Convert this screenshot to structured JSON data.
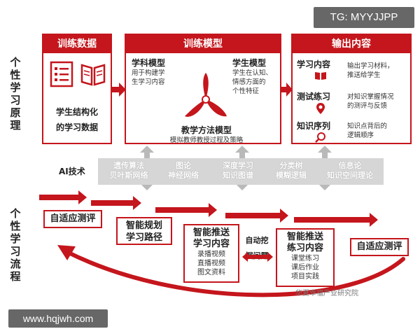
{
  "watermarks": {
    "top": "TG: MYYJJPP",
    "bottom": "www.hqjwh.com"
  },
  "side_labels": {
    "principle": [
      "个",
      "性",
      "学",
      "习",
      "原",
      "理"
    ],
    "process": [
      "个",
      "性",
      "学",
      "习",
      "流",
      "程"
    ]
  },
  "panels": {
    "training_data": {
      "title": "训练数据",
      "caption_line1": "学生结构化",
      "caption_line2": "的学习数据"
    },
    "training_model": {
      "title": "训练模型",
      "subject_model": {
        "title": "学科模型",
        "desc_line1": "用于构建学",
        "desc_line2": "生学习内容"
      },
      "student_model": {
        "title": "学生模型",
        "desc_line1": "学生在认知、",
        "desc_line2": "情感方面的",
        "desc_line3": "个性特征"
      },
      "teaching_model": {
        "title": "教学方法模型",
        "desc": "模拟教师教授过程及策略"
      }
    },
    "output": {
      "title": "输出内容",
      "items": [
        {
          "title": "学习内容",
          "desc_line1": "输出学习材料，",
          "desc_line2": "推送给学生",
          "icon": "book-icon"
        },
        {
          "title": "测试练习",
          "desc_line1": "对知识掌握情况",
          "desc_line2": "的测评与反馈",
          "icon": "location-pin-icon"
        },
        {
          "title": "知识序列",
          "desc_line1": "知识点背后的",
          "desc_line2": "逻辑顺序",
          "icon": "search-icon"
        }
      ]
    }
  },
  "ai_tech": {
    "label": "AI技术",
    "items": [
      {
        "line1": "遗传算法",
        "line2": "贝叶斯网络"
      },
      {
        "line1": "图论",
        "line2": "神经网络"
      },
      {
        "line1": "深度学习",
        "line2": "知识图谱"
      },
      {
        "line1": "分类树",
        "line2": "模糊逻辑"
      },
      {
        "line1": "信息论",
        "line2": "知识空间理论"
      }
    ]
  },
  "process": {
    "step1": "自适应测评",
    "step2_line1": "智能规划",
    "step2_line2": "学习路径",
    "step3": {
      "line1": "智能推送",
      "line2": "学习内容",
      "subs": [
        "录播视频",
        "直播视频",
        "图文资料"
      ]
    },
    "auto_mining_line1": "自动挖",
    "auto_mining_line2": "掘问题",
    "step4": {
      "line1": "智能推送",
      "line2": "练习内容",
      "subs": [
        "课堂练习",
        "课后作业",
        "项目实践"
      ]
    },
    "step5": "自适应测评"
  },
  "source_watermark": "华夏幸福产业研究院",
  "colors": {
    "accent": "#c4161c",
    "tech_strip": "#d6d6d6"
  }
}
